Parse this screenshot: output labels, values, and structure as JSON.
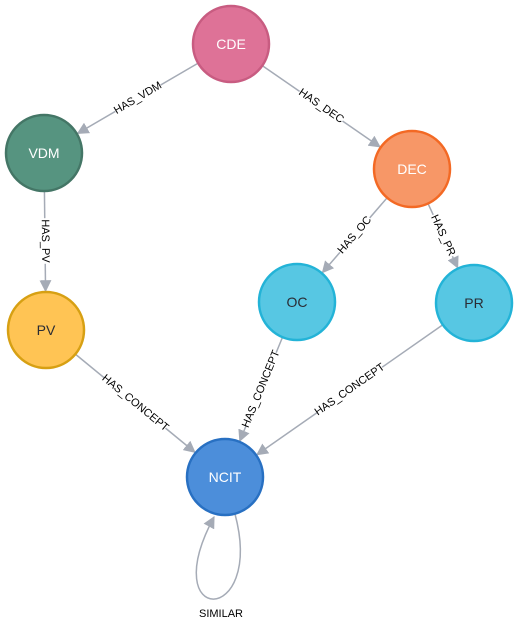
{
  "graph": {
    "nodes": [
      {
        "id": "cde",
        "label": "CDE",
        "fill": "#de7297",
        "stroke": "#c85c81",
        "text": "light"
      },
      {
        "id": "vdm",
        "label": "VDM",
        "fill": "#569480",
        "stroke": "#447666",
        "text": "light"
      },
      {
        "id": "dec",
        "label": "DEC",
        "fill": "#f79767",
        "stroke": "#f36924",
        "text": "light"
      },
      {
        "id": "pv",
        "label": "PV",
        "fill": "#ffc454",
        "stroke": "#d7a013",
        "text": "dark"
      },
      {
        "id": "oc",
        "label": "OC",
        "fill": "#57c7e3",
        "stroke": "#23b3d7",
        "text": "dark"
      },
      {
        "id": "pr",
        "label": "PR",
        "fill": "#57c7e3",
        "stroke": "#23b3d7",
        "text": "dark"
      },
      {
        "id": "ncit",
        "label": "NCIT",
        "fill": "#4c8eda",
        "stroke": "#2870c2",
        "text": "light"
      }
    ],
    "edges": [
      {
        "id": "cde-vdm",
        "from": "cde",
        "to": "vdm",
        "label": "HAS_VDM"
      },
      {
        "id": "cde-dec",
        "from": "cde",
        "to": "dec",
        "label": "HAS_DEC"
      },
      {
        "id": "vdm-pv",
        "from": "vdm",
        "to": "pv",
        "label": "HAS_PV"
      },
      {
        "id": "dec-oc",
        "from": "dec",
        "to": "oc",
        "label": "HAS_OC"
      },
      {
        "id": "dec-pr",
        "from": "dec",
        "to": "pr",
        "label": "HAS_PR"
      },
      {
        "id": "pv-ncit",
        "from": "pv",
        "to": "ncit",
        "label": "HAS_CONCEPT"
      },
      {
        "id": "oc-ncit",
        "from": "oc",
        "to": "ncit",
        "label": "HAS_CONCEPT"
      },
      {
        "id": "pr-ncit",
        "from": "pr",
        "to": "ncit",
        "label": "HAS_CONCEPT"
      },
      {
        "id": "ncit-ncit",
        "from": "ncit",
        "to": "ncit",
        "label": "SIMILAR"
      }
    ]
  }
}
